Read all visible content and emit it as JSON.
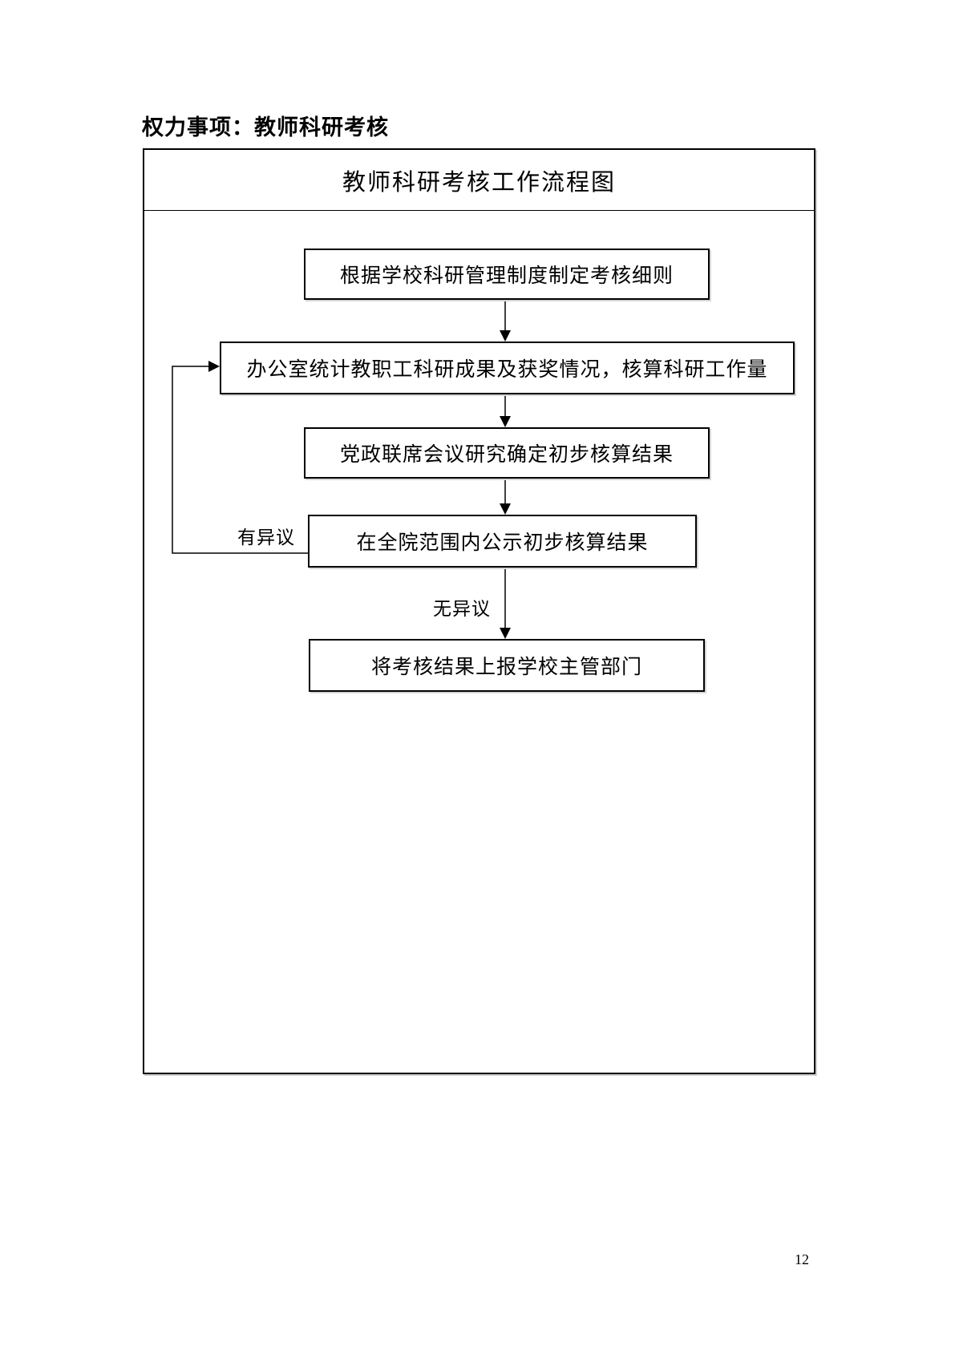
{
  "document": {
    "heading": "权力事项：教师科研考核",
    "page_number": "12"
  },
  "flowchart": {
    "title": "教师科研考核工作流程图",
    "steps": [
      {
        "label": "根据学校科研管理制度制定考核细则"
      },
      {
        "label": "办公室统计教职工科研成果及获奖情况，核算科研工作量"
      },
      {
        "label": "党政联席会议研究确定初步核算结果"
      },
      {
        "label": "在全院范围内公示初步核算结果"
      },
      {
        "label": "将考核结果上报学校主管部门"
      }
    ],
    "branch_labels": {
      "objection": "有异议",
      "no_objection": "无异议"
    }
  }
}
